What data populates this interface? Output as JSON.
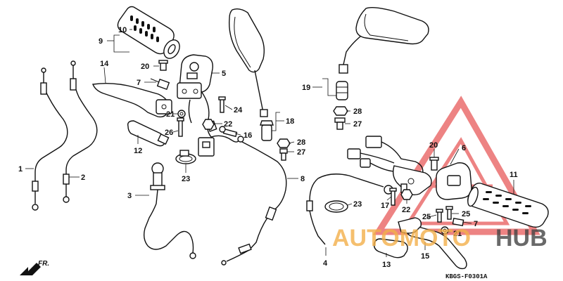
{
  "diagram": {
    "part_labels": [
      {
        "id": "l1",
        "text": "1"
      },
      {
        "id": "l2",
        "text": "2"
      },
      {
        "id": "l3",
        "text": "3"
      },
      {
        "id": "l4",
        "text": "4"
      },
      {
        "id": "l5",
        "text": "5"
      },
      {
        "id": "l6",
        "text": "6"
      },
      {
        "id": "l7a",
        "text": "7"
      },
      {
        "id": "l7b",
        "text": "7"
      },
      {
        "id": "l8",
        "text": "8"
      },
      {
        "id": "l9",
        "text": "9"
      },
      {
        "id": "l10",
        "text": "10"
      },
      {
        "id": "l11",
        "text": "11"
      },
      {
        "id": "l12",
        "text": "12"
      },
      {
        "id": "l13",
        "text": "13"
      },
      {
        "id": "l14",
        "text": "14"
      },
      {
        "id": "l15",
        "text": "15"
      },
      {
        "id": "l16",
        "text": "16"
      },
      {
        "id": "l17",
        "text": "17"
      },
      {
        "id": "l18",
        "text": "18"
      },
      {
        "id": "l19",
        "text": "19"
      },
      {
        "id": "l20a",
        "text": "20"
      },
      {
        "id": "l20b",
        "text": "20"
      },
      {
        "id": "l21a",
        "text": "21"
      },
      {
        "id": "l21b",
        "text": "21"
      },
      {
        "id": "l22a",
        "text": "22"
      },
      {
        "id": "l22b",
        "text": "22"
      },
      {
        "id": "l23a",
        "text": "23"
      },
      {
        "id": "l23b",
        "text": "23"
      },
      {
        "id": "l24",
        "text": "24"
      },
      {
        "id": "l25a",
        "text": "25"
      },
      {
        "id": "l25b",
        "text": "25"
      },
      {
        "id": "l26",
        "text": "26"
      },
      {
        "id": "l27a",
        "text": "27"
      },
      {
        "id": "l27b",
        "text": "27"
      },
      {
        "id": "l28a",
        "text": "28"
      },
      {
        "id": "l28b",
        "text": "28"
      }
    ],
    "direction_marker": "FR.",
    "figure_code": "KBGS-F0301A",
    "watermark": {
      "part1": "AUTOMOTO",
      "part2": "HUB",
      "color1": "#f3b04a",
      "color2": "#444444",
      "triangle_color": "#e85a5a"
    }
  }
}
